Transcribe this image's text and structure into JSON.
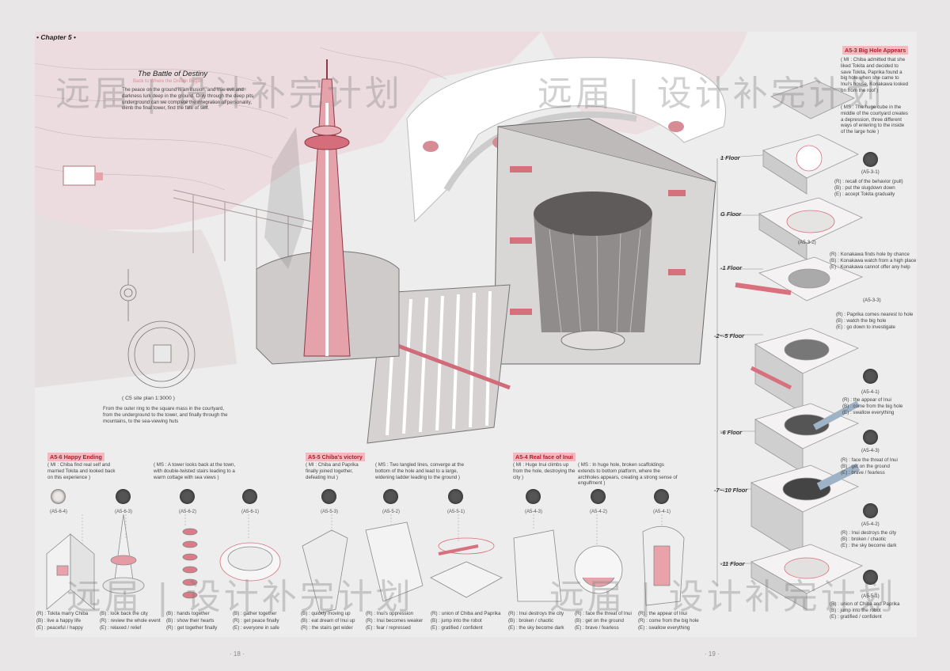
{
  "chapter": "• Chapter 5 •",
  "title": "The Battle of Destiny",
  "subtitle": "Back to Where the Dream Began",
  "intro": "The peace on the ground is an illusion, and true evil and darkness lurk deep in the ground. Only through the deep pits underground can we complete the integration of personality, climb the final tower, find the fate of self.",
  "site_plan": {
    "label": "( C5 site plan 1:3000 )",
    "desc": "From the outer ring to the square mass in the courtyard, from the underground to the tower, and finally through the mountains, to the sea-viewing huts"
  },
  "watermark": "远届 | 设计补完计划",
  "a53": {
    "tag": "A5-3  Big Hole Appears",
    "mi": "( MI : Chiba admitted that she liked Tokita and decided to save Tokita, Paprika found a big hole when she came to Inui's house, Konakawa looked on from the roof )",
    "ms": "( MS : The huge cube in the middle of the courtyard creates a depression, three different ways of entering to the inside of the large hole )"
  },
  "floors": [
    "1 Floor",
    "G Floor",
    "-1 Floor",
    "-2~-5 Floor",
    "-6 Floor",
    "-7~-10 Floor",
    "-11 Floor"
  ],
  "right_items": [
    {
      "code": "(A5-3-1)",
      "lines": [
        "(R) : recall of the behavior (pull)",
        "(B) : put the slugdown down",
        "(E) : accept Tokita gradually"
      ]
    },
    {
      "code": "(A5-3-2)",
      "lines": [
        "(R) : Konakawa finds hole by chance",
        "(B) : Konakawa watch from a high place",
        "(E) : Konakawa cannot offer any help"
      ]
    },
    {
      "code": "(A5-3-3)",
      "lines": [
        "(R) : Paprika comes nearest to hole",
        "(B) : watch the big hole",
        "(E) : go down to investigate"
      ]
    },
    {
      "code": "(A5-4-1)",
      "lines": [
        "(R) : the appear of Inui",
        "(B) : come from the big hole",
        "(E) : swallow everything"
      ]
    },
    {
      "code": "(A5-4-3)",
      "lines": [
        "(R) : face the threat of Inui",
        "(B) : get on the ground",
        "(E) : brave / fearless"
      ]
    },
    {
      "code": "(A5-4-2)",
      "lines": [
        "(R) : Inui destroys the city",
        "(B) : broken / chaotic",
        "(E) : the sky become dark"
      ]
    },
    {
      "code": "(A5-5-1)",
      "lines": [
        "(R) : union of Chiba and Paprika",
        "(B) : jump into the robot",
        "(E) : gratified / confident"
      ]
    }
  ],
  "sections": [
    {
      "tag": "A5-6  Happy Ending",
      "mi": "( MI : Chiba find real self and married Tokita and looked back on this experience )",
      "ms": "( MS : A tower looks back at the town, with double-twisted stairs leading to a warm cottage with sea views )"
    },
    {
      "tag": "A5-5  Chiba's victory",
      "mi": "( MI : Chiba and Paprika finally joined together, defeating Inui )",
      "ms": "( MS : Two tangled lines, converge at the bottom of the hole and lead to a large, widening ladder leading to the ground )"
    },
    {
      "tag": "A5-4  Real face of Inui",
      "mi": "( MI : Huge Inui climbs up from the hole, destroying the city )",
      "ms": "( MS : In huge hole, broken scaffoldings extends to bottom platform, where the archholes appears, creating a strong sense of engulfment )"
    }
  ],
  "bottom_items": [
    {
      "code": "(A5-6-4)",
      "lines": [
        "(R) : Tokita marry Chiba",
        "(B) : live a happy life",
        "(E) : peaceful / happy"
      ]
    },
    {
      "code": "(A5-6-3)",
      "lines": [
        "(B) : look back the city",
        "(R) : review the whole event",
        "(E) : relaxed / relief"
      ]
    },
    {
      "code": "(A5-6-2)",
      "lines": [
        "(B) : hands together",
        "(B) : show their hearts",
        "(R) : get together finally"
      ]
    },
    {
      "code": "(A5-6-1)",
      "lines": [
        "(B) : gather together",
        "(R) : get peace finally",
        "(E) : everyone in safe"
      ]
    },
    {
      "code": "(A5-5-3)",
      "lines": [
        "(B) : quickly moving up",
        "(B) : eat dream of Inui up",
        "(R) : the stairs get wider"
      ]
    },
    {
      "code": "(A5-5-2)",
      "lines": [
        "(R) : Inui's oppression",
        "(R) : Inui becomes weaker",
        "(E) : fear / repressed"
      ]
    },
    {
      "code": "(A5-5-1)",
      "lines": [
        "(R) : union of Chiba and Paprika",
        "(B) : jump into the robot",
        "(E) : gratified / confident"
      ]
    },
    {
      "code": "(A5-4-3)",
      "lines": [
        "(R) : Inui destroys the city",
        "(B) : broken / chaotic",
        "(E) : the sky become dark"
      ]
    },
    {
      "code": "(A5-4-2)",
      "lines": [
        "(R) : face the threat of Inui",
        "(B) : get on the ground",
        "(E) : brave / fearless"
      ]
    },
    {
      "code": "(A5-4-1)",
      "lines": [
        "(R) : the appear of Inui",
        "(R) : come from the big hole",
        "(E) : swallow everything"
      ]
    }
  ],
  "pages": {
    "left": "· 18 ·",
    "right": "· 19 ·"
  }
}
